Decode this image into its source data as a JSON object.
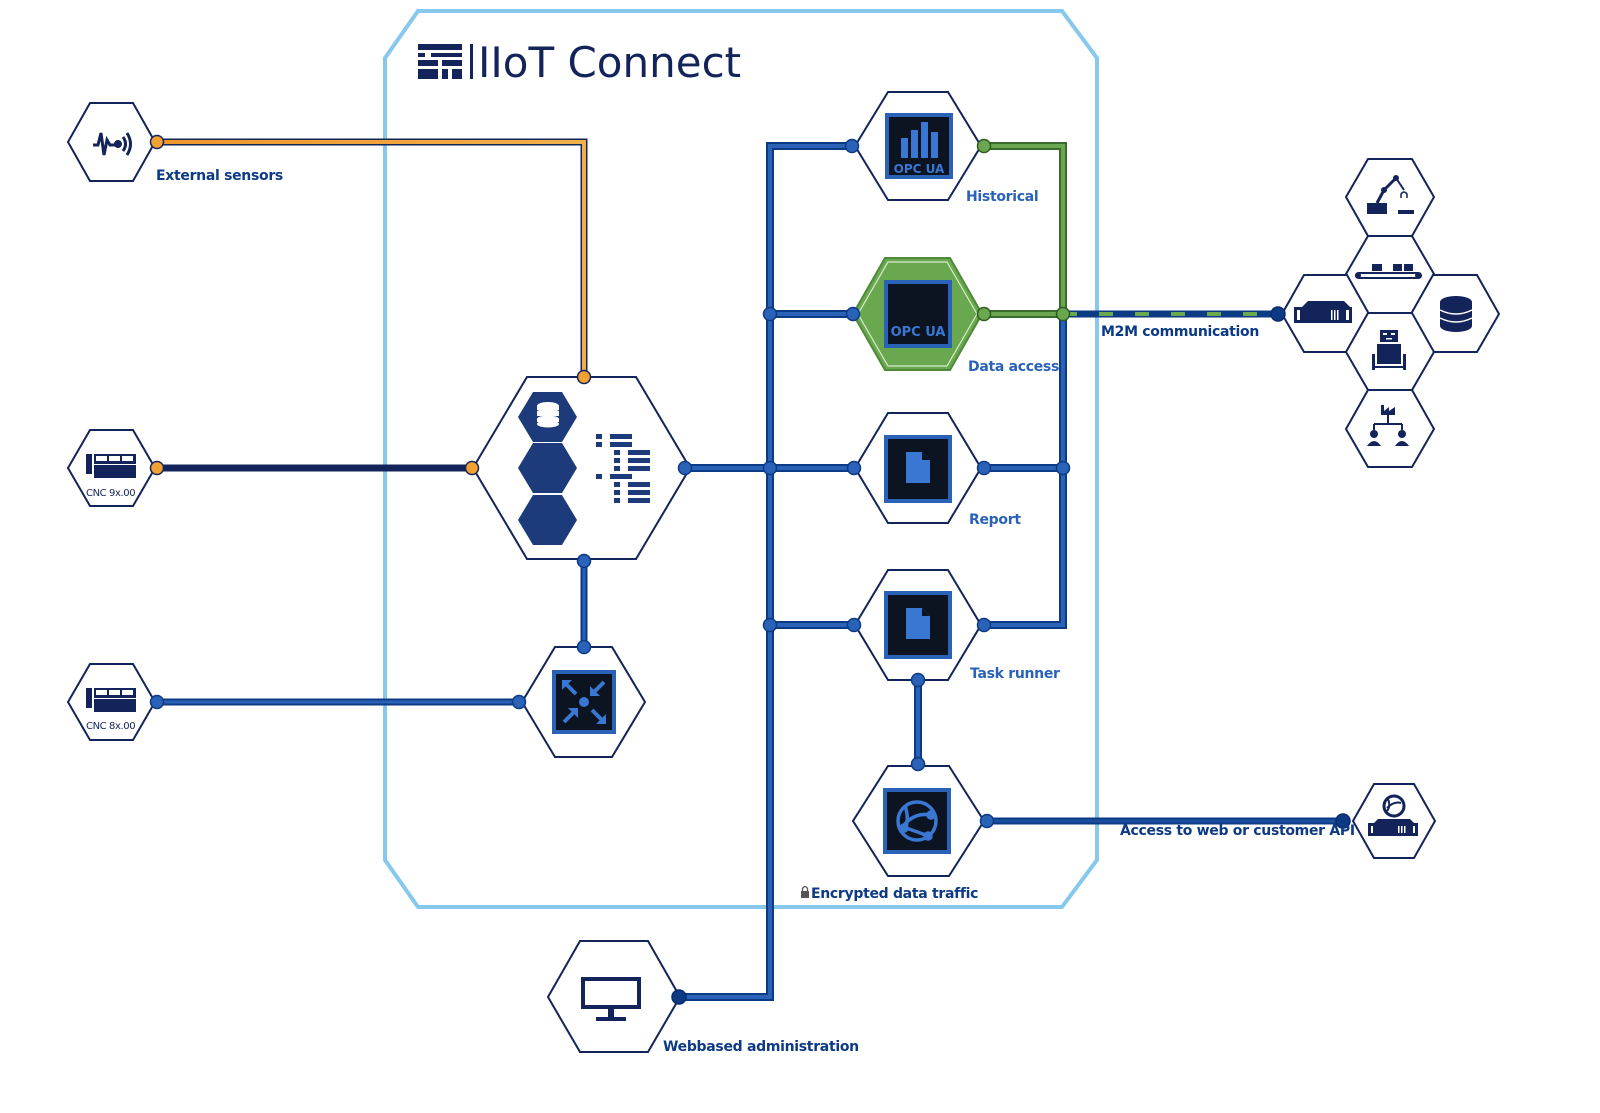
{
  "title": "IIoT Connect",
  "colors": {
    "frame": "#86c8ee",
    "navy": "#13245a",
    "blue_line": "#2a62b8",
    "blue_dark": "#0d3a85",
    "orange": "#f0a23a",
    "green": "#6aa84f",
    "icon_bg": "#0b1420",
    "icon_blue": "#3a77d2"
  },
  "inputs": [
    {
      "id": "external-sensors",
      "label": "External sensors",
      "icon": "sensor-signal-icon"
    },
    {
      "id": "cnc-9x",
      "label": "CNC 9x.00",
      "icon": "cnc-machine-icon"
    },
    {
      "id": "cnc-8x",
      "label": "CNC 8x.00",
      "icon": "cnc-machine-icon"
    }
  ],
  "core": {
    "hub": {
      "id": "data-hub",
      "icon": "database-hierarchy-icon"
    },
    "collector": {
      "id": "collector",
      "icon": "converge-arrows-icon"
    }
  },
  "services": [
    {
      "id": "historical",
      "label": "Historical",
      "icon": "opc-ua-chart-icon",
      "badge": "OPC UA",
      "highlight": false
    },
    {
      "id": "data-access",
      "label": "Data access",
      "icon": "opc-ua-icon",
      "badge": "OPC UA",
      "highlight": true
    },
    {
      "id": "report",
      "label": "Report",
      "icon": "document-icon",
      "highlight": false
    },
    {
      "id": "task-runner",
      "label": "Task runner",
      "icon": "document-icon",
      "highlight": false
    },
    {
      "id": "web-gateway",
      "label": "Encrypted data traffic",
      "icon": "globe-network-icon",
      "highlight": false
    }
  ],
  "outputs": {
    "m2m": {
      "label": "M2M communication",
      "cluster": [
        "robot-arm-icon",
        "conveyor-icon",
        "server-rack-icon",
        "database-icon",
        "robot-icon",
        "org-chart-icon"
      ]
    },
    "web_api": {
      "label": "Access to web or customer API",
      "icon": "web-server-icon"
    },
    "admin": {
      "label": "Webbased administration",
      "icon": "monitor-icon"
    }
  },
  "lock_symbol": "🔒"
}
